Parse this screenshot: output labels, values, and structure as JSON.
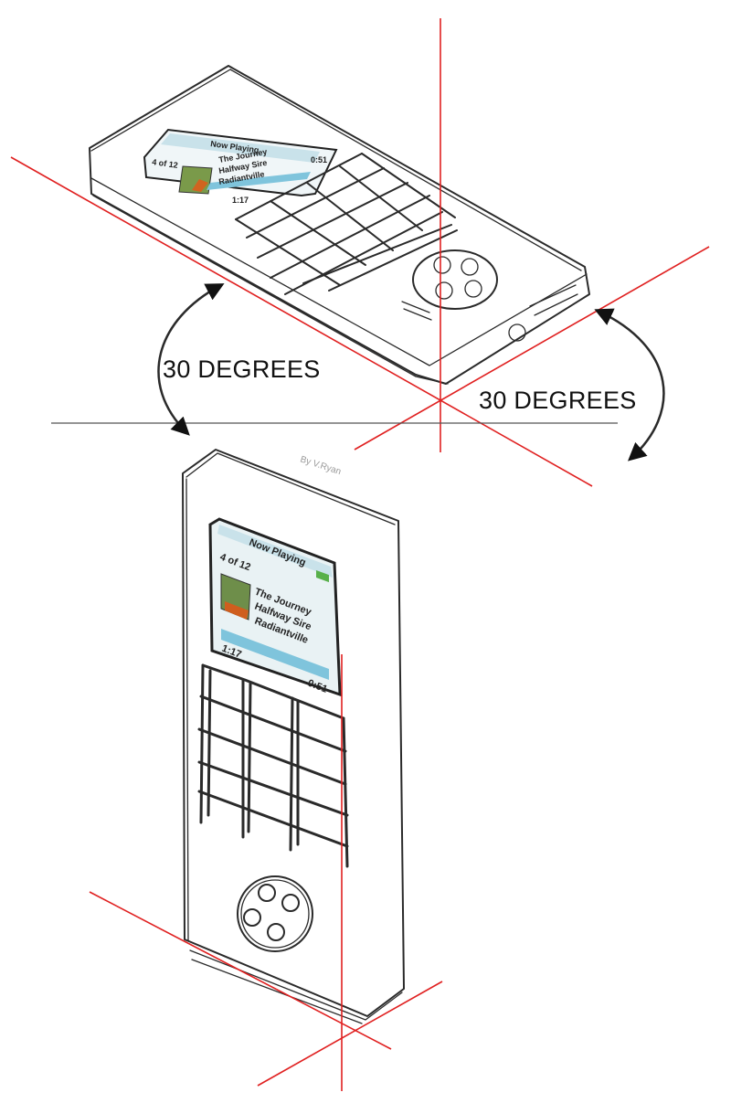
{
  "labels": {
    "angle_left": "30 DEGREES",
    "angle_right": "30 DEGREES",
    "credit": "By V.Ryan"
  },
  "screen": {
    "title": "Now Playing",
    "track_index": "4 of 12",
    "line1": "The Journey",
    "line2": "Halfway Sire",
    "line3": "Radiantville",
    "elapsed": "1:17",
    "remaining": "0:51"
  },
  "colors": {
    "construction_line": "#e02020",
    "sketch_line": "#2a2a2a",
    "screen_bg": "#e9f2f4",
    "screen_title_bg": "#c9e2ea",
    "progress_bar": "#7fc4dc",
    "battery": "#58b04a"
  }
}
